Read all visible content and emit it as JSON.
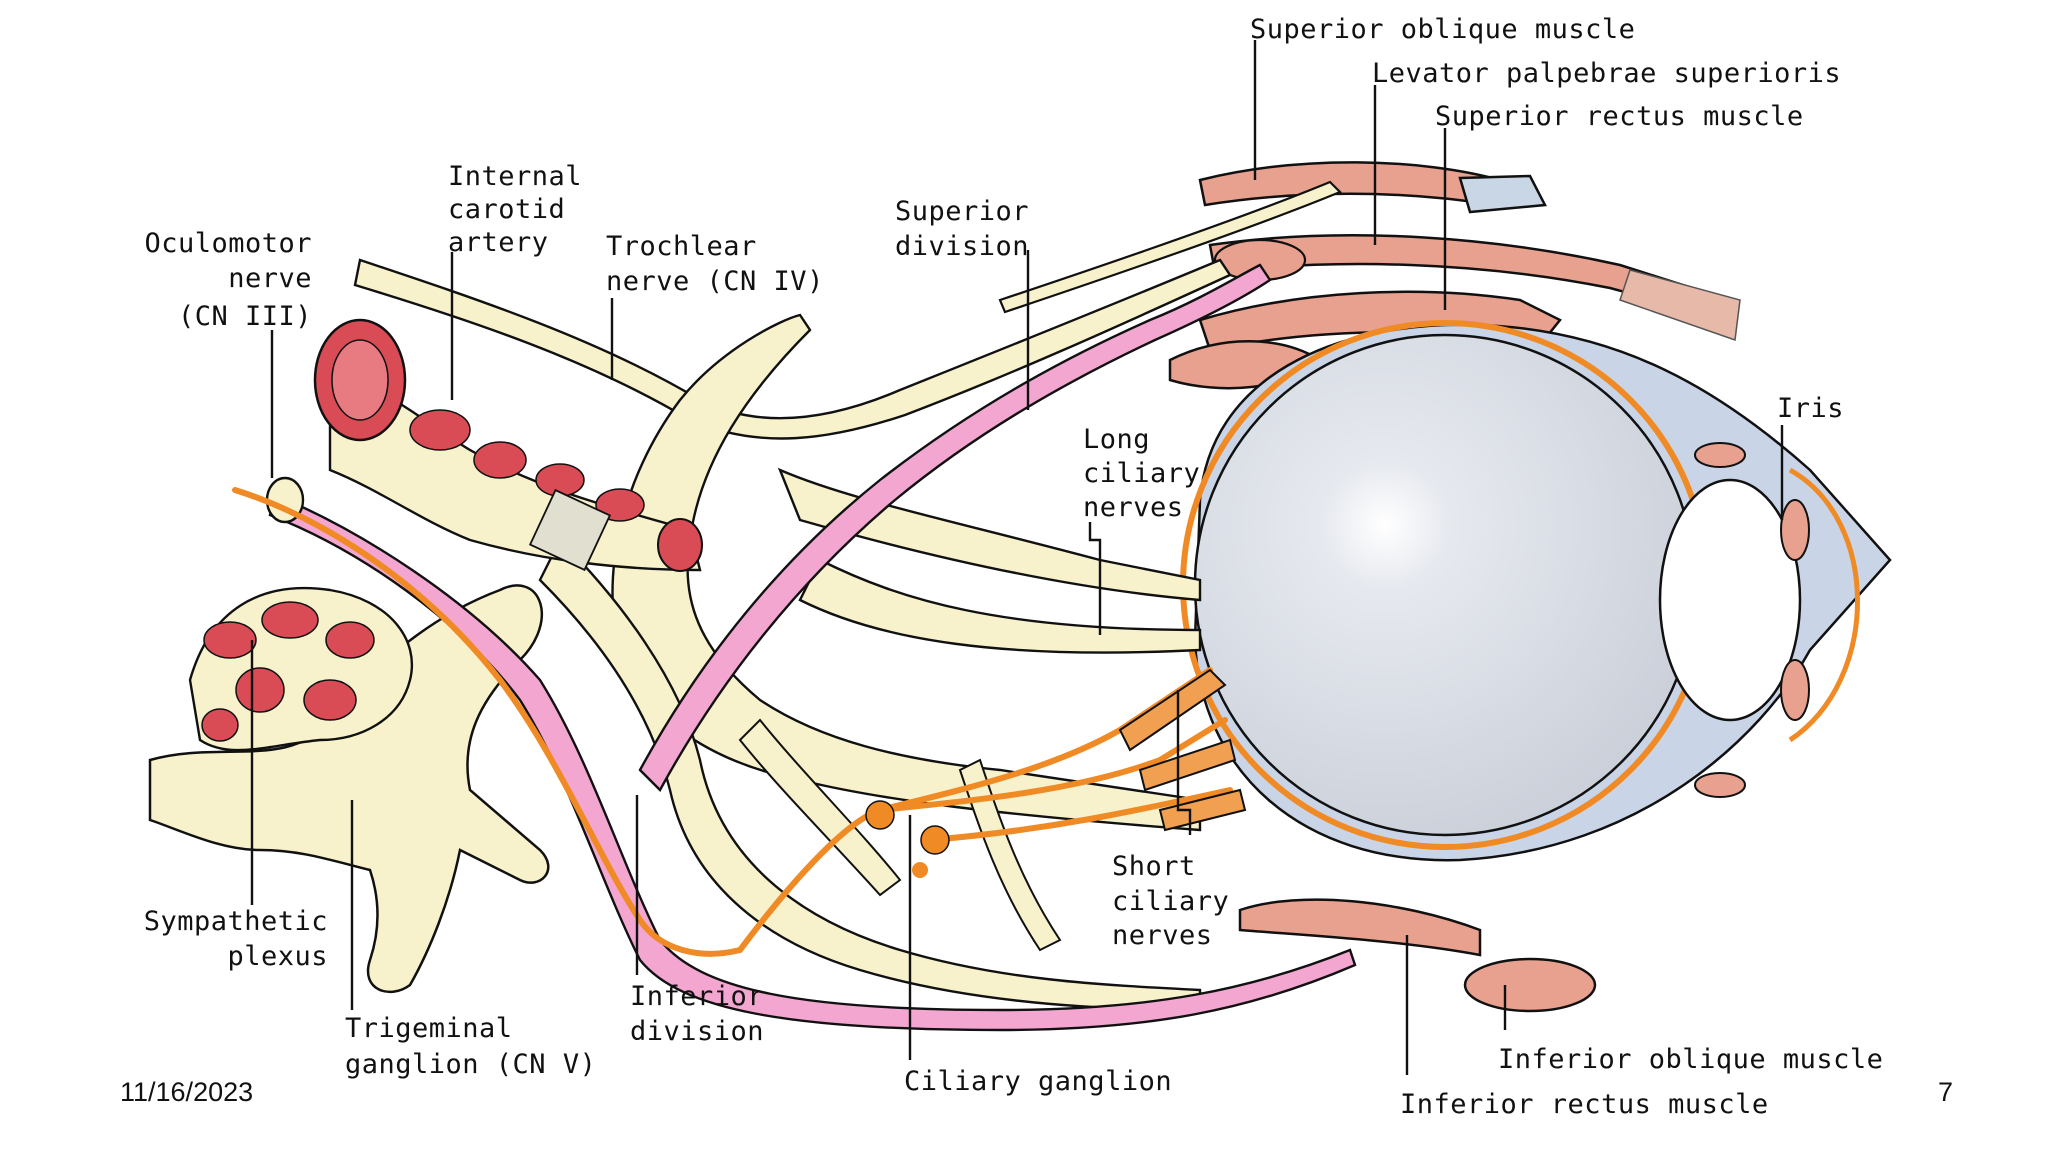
{
  "labels": {
    "superior_oblique": "Superior oblique muscle",
    "levator": "Levator palpebrae superioris",
    "superior_rectus": "Superior rectus muscle",
    "internal_carotid": [
      "Internal",
      "carotid",
      "artery"
    ],
    "oculomotor": [
      "Oculomotor",
      "nerve",
      "(CN III)"
    ],
    "trochlear": [
      "Trochlear",
      "nerve (CN IV)"
    ],
    "superior_division": [
      "Superior",
      "division"
    ],
    "long_ciliary": [
      "Long",
      "ciliary",
      "nerves"
    ],
    "iris": "Iris",
    "short_ciliary": [
      "Short",
      "ciliary",
      "nerves"
    ],
    "sympathetic": [
      "Sympathetic",
      "plexus"
    ],
    "trigeminal": [
      "Trigeminal",
      "ganglion (CN V)"
    ],
    "inferior_division": [
      "Inferior",
      "division"
    ],
    "ciliary_ganglion": "Ciliary ganglion",
    "inferior_oblique": "Inferior oblique muscle",
    "inferior_rectus": "Inferior rectus muscle"
  },
  "footer": {
    "date": "11/16/2023",
    "page": "7"
  },
  "colors": {
    "nerve": "#f7f2cc",
    "oculomotor": "#f2a6d0",
    "sympathetic": "#f08a25",
    "artery": "#d94b55",
    "muscle": "#e8a08f",
    "globe": "#d9dde6"
  }
}
